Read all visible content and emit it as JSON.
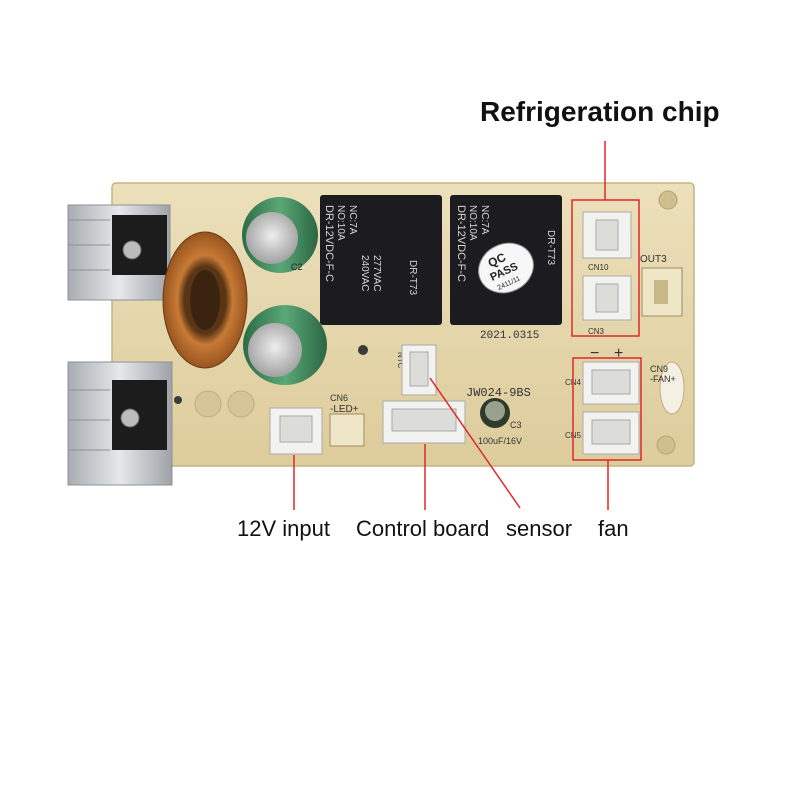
{
  "labels": {
    "refrigeration_chip": "Refrigeration chip",
    "input_12v": "12V input",
    "control_board": "Control board",
    "sensor": "sensor",
    "fan": "fan"
  },
  "board_text": {
    "relay_left": [
      "NO:10A",
      "NC:7A",
      "240VAC",
      "277VAC",
      "DR-12VDC-F-C",
      "DR-T73"
    ],
    "relay_right": [
      "NO:10A",
      "NC:7A",
      "DR-12VDC-F-C",
      "DR-T73"
    ],
    "qc_sticker": [
      "QC",
      "PASS",
      "2411/11"
    ],
    "date_code": "2021.0315",
    "model": "JW024-9BS",
    "capacitor": "100uF/16V",
    "cn10": "CN10",
    "cn3": "CN3",
    "cn4": "CN4",
    "cn5": "CN5",
    "cn6": "CN6",
    "cn9": "CN9",
    "out3": "OUT3",
    "led": "-LED+",
    "fan_silk": "-FAN+",
    "ntc": "NTC",
    "c2": "C2",
    "c3": "C3",
    "minus": "−",
    "plus": "+"
  },
  "colors": {
    "board": "#e6d8b0",
    "relay": "#1b1b20",
    "annotation": "#e0282a",
    "connector": "#f2f2f0",
    "copper": "#b86a2a",
    "heatsink": "#c9ccd0",
    "capacitor": "#3f8a5c"
  }
}
